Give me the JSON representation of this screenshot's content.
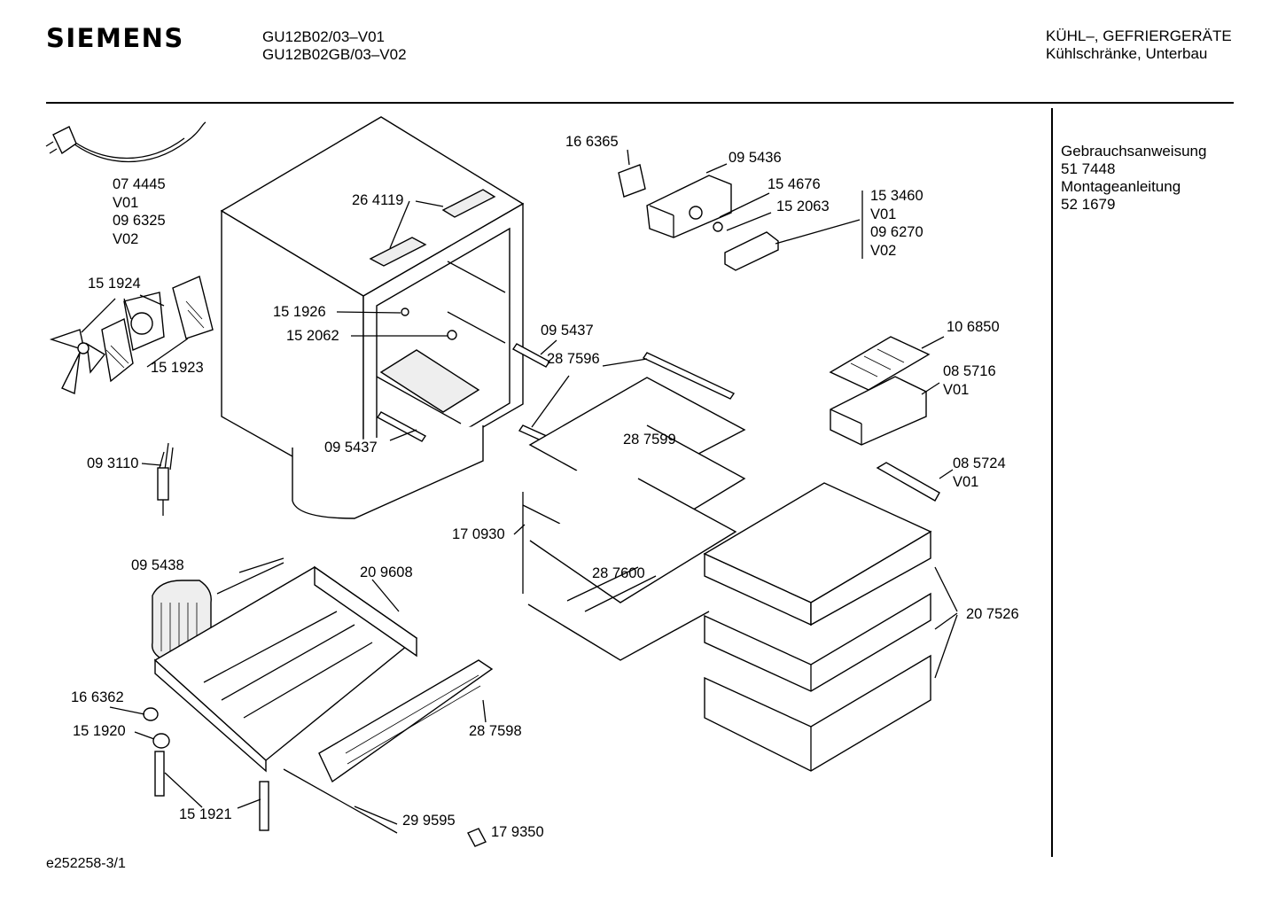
{
  "header": {
    "brand": "SIEMENS",
    "models": [
      "GU12B02/03–V01",
      "GU12B02GB/03–V02"
    ],
    "category": [
      "KÜHL–, GEFRIERGERÄTE",
      "Kühlschränke, Unterbau"
    ]
  },
  "documents": [
    "Gebrauchsanweisung",
    "51 7448",
    "Montageanleitung",
    "52 1679"
  ],
  "footer": {
    "drawing_id": "e252258-3/1"
  },
  "parts": {
    "cord": [
      "07 4445",
      "V01",
      "09 6325",
      "V02"
    ],
    "fan_motor": "15 1924",
    "fan_bracket": "15 1923",
    "sensor": "09 3110",
    "top_covers": "26 4119",
    "pin_1926": "15 1926",
    "pin_2062": "15 2062",
    "hinge_upper": "09 5437",
    "hinge_lower": "09 5437",
    "thermostat": "16 6365",
    "control_housing": "09 5436",
    "knob_4676": "15 4676",
    "knob_2063": "15 2063",
    "control_unit": [
      "15 3460",
      "V01",
      "09 6270",
      "V02"
    ],
    "shelf_rail": "28 7596",
    "shelf_glass_top": "28 7599",
    "shelf_frame": "17 0930",
    "shelf_glass_bottom": "28 7600",
    "ice_tray": "10 6850",
    "ice_box": [
      "08 5716",
      "V01"
    ],
    "handle": [
      "08 5724",
      "V01"
    ],
    "drawers": "20 7526",
    "compressor": "09 5438",
    "base_frame": "20 9608",
    "foot_bush": "16 6362",
    "foot_ring": "15 1920",
    "foot_screw": "15 1921",
    "plinth": "28 7598",
    "rod": "29 9595",
    "screw": "17 9350"
  }
}
